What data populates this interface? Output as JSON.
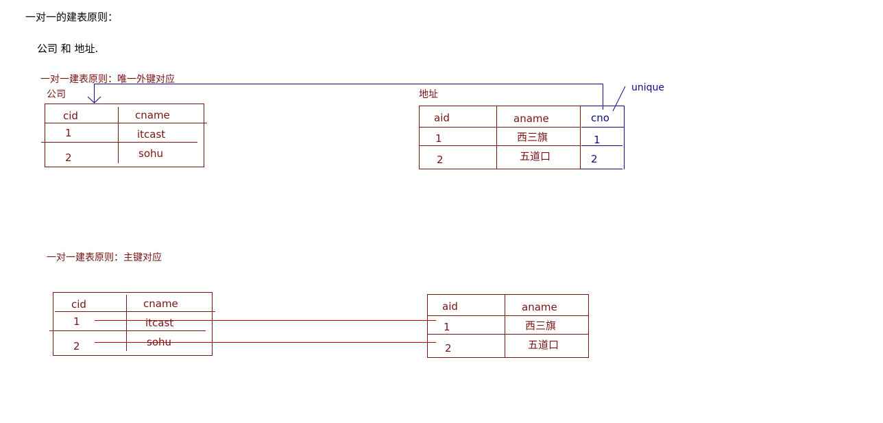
{
  "heading": "一对一的建表原则：",
  "subheading": "公司 和 地址.",
  "section1": {
    "title": "一对一建表原则：唯一外键对应",
    "left_label": "公司",
    "right_label": "地址",
    "unique_label": "unique",
    "company_table": {
      "headers": [
        "cid",
        "cname"
      ],
      "rows": [
        [
          "1",
          "itcast"
        ],
        [
          "2",
          "sohu"
        ]
      ]
    },
    "address_table": {
      "headers": [
        "aid",
        "aname",
        "cno"
      ],
      "rows": [
        [
          "1",
          "西三旗",
          "1"
        ],
        [
          "2",
          "五道口",
          "2"
        ]
      ]
    }
  },
  "section2": {
    "title": "一对一建表原则：主键对应",
    "company_table": {
      "headers": [
        "cid",
        "cname"
      ],
      "rows": [
        [
          "1",
          "itcast"
        ],
        [
          "2",
          "sohu"
        ]
      ]
    },
    "address_table": {
      "headers": [
        "aid",
        "aname"
      ],
      "rows": [
        [
          "1",
          "西三旗"
        ],
        [
          "2",
          "五道口"
        ]
      ]
    }
  },
  "colors": {
    "table_line": "#7a1212",
    "link_blue": "#0a0a8a",
    "link_red": "#c00000"
  }
}
